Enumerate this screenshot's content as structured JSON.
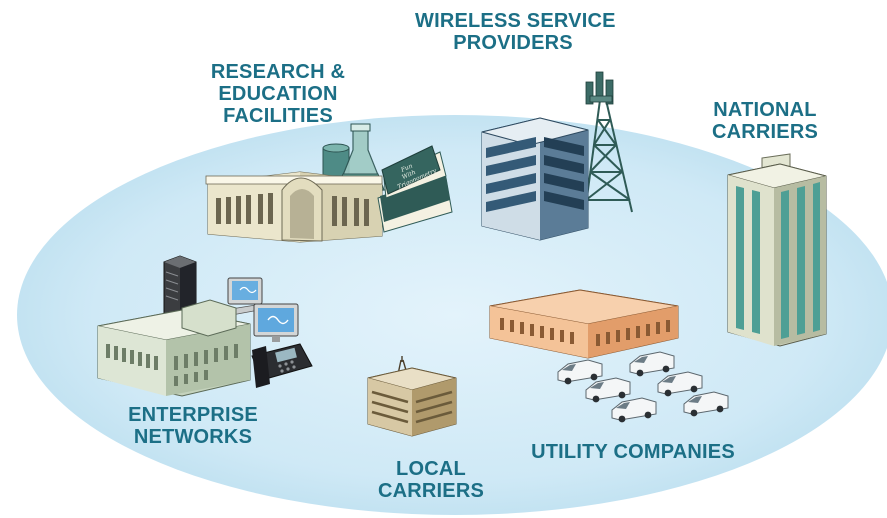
{
  "labels": {
    "wireless": [
      "WIRELESS SERVICE",
      "PROVIDERS"
    ],
    "research": [
      "RESEARCH &",
      "EDUCATION",
      "FACILITIES"
    ],
    "national": [
      "NATIONAL",
      "CARRIERS"
    ],
    "enterprise": [
      "ENTERPRISE",
      "NETWORKS"
    ],
    "local": [
      "LOCAL",
      "CARRIERS"
    ],
    "utility": [
      "UTILITY COMPANIES"
    ]
  },
  "book_title": [
    "Fun",
    "With",
    "Trigonometry"
  ],
  "colors": {
    "label": "#1c6f86",
    "ellipse": "#cfe9f6",
    "building_blue": "#5b7c97",
    "building_teal": "#4e9f95",
    "building_beige": "#e8e3cc",
    "building_orange": "#f2b88a",
    "building_tan": "#c7b58f",
    "book_green": "#2f5b56"
  }
}
